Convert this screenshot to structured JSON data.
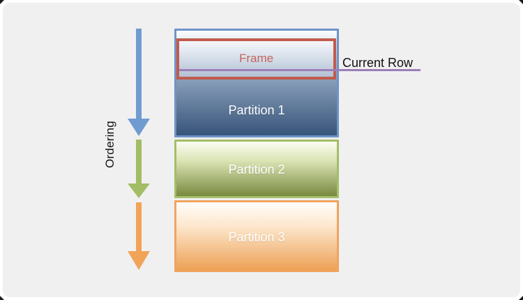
{
  "diagram": {
    "ordering_label": "Ordering",
    "current_row_label": "Current Row",
    "current_row_line_color": "#9b7eb7",
    "frame": {
      "label": "Frame",
      "border_color": "#c15b4d",
      "text_color": "#c4655c",
      "grad_top": "#f5f8fc",
      "grad_bottom": "#b3c1d5"
    },
    "partitions": [
      {
        "label": "Partition 1",
        "border_color": "#6e93c6",
        "g1": "#fdfeff",
        "g2": "#8ba1bb",
        "g3": "#37547a"
      },
      {
        "label": "Partition 2",
        "border_color": "#a5bd68",
        "g1": "#fbfdf2",
        "g2": "#dae4b4",
        "g3": "#79893f"
      },
      {
        "label": "Partition 3",
        "border_color": "#f0a45f",
        "g1": "#fffefb",
        "g2": "#fde7cd",
        "g3": "#eda156"
      }
    ],
    "arrows": [
      {
        "name": "blue",
        "color": "#6f9bd0"
      },
      {
        "name": "green",
        "color": "#a3bd65"
      },
      {
        "name": "orange",
        "color": "#f1a458"
      }
    ]
  }
}
